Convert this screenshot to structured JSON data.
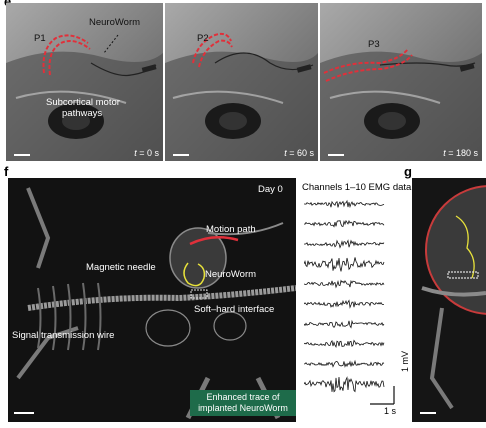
{
  "panel_e": {
    "letter": "e",
    "frames": [
      {
        "labels": [
          "P1",
          "NeuroWorm",
          "Subcortical motor",
          "pathways"
        ],
        "time_value": "= 0 s"
      },
      {
        "labels": [
          "P2"
        ],
        "time_value": "= 60 s"
      },
      {
        "labels": [
          "P3"
        ],
        "time_value": "= 180 s"
      }
    ],
    "time_symbol": "t"
  },
  "panel_f": {
    "letter": "f",
    "day_label": "Day 0",
    "labels": {
      "motion_path": "Motion path",
      "magnetic_needle": "Magnetic needle",
      "neuroworm": "NeuroWorm",
      "soft_hard_interface": "Soft–hard interface",
      "signal_wire": "Signal transmission wire"
    },
    "callout_line1": "Enhanced trace of",
    "callout_line2": "implanted NeuroWorm",
    "emg": {
      "title": "Channels 1–10 EMG data",
      "y_scale": "1 mV",
      "x_scale": "1 s",
      "channel_count": 10
    }
  },
  "panel_g": {
    "letter": "g"
  },
  "colors": {
    "path_dash": "#e0303a",
    "neuroworm_trace": "#e8e23a",
    "callout_bg": "#1e6b4a"
  }
}
